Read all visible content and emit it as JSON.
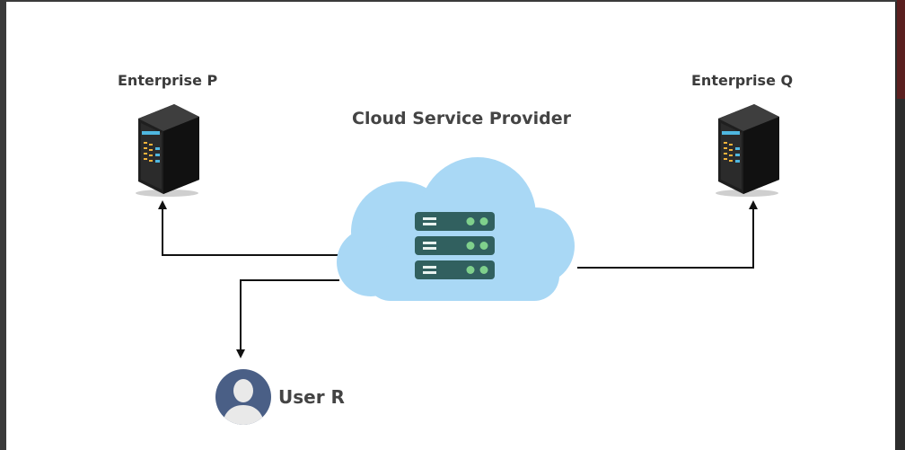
{
  "nodes": {
    "enterprise_p": {
      "label": "Enterprise P",
      "icon": "server-tower-icon"
    },
    "enterprise_q": {
      "label": "Enterprise Q",
      "icon": "server-tower-icon"
    },
    "cloud": {
      "label": "Cloud Service Provider",
      "icon": "cloud-server-icon"
    },
    "user": {
      "label": "User R",
      "icon": "user-avatar-icon"
    }
  },
  "edges": [
    {
      "from": "Cloud Service Provider",
      "to": "Enterprise P"
    },
    {
      "from": "Cloud Service Provider",
      "to": "Enterprise Q"
    },
    {
      "from": "Cloud Service Provider",
      "to": "User R"
    }
  ],
  "colors": {
    "cloud": "#a9d8f5",
    "server_stack": "#31605f",
    "server_led": "#7fd08c",
    "avatar_bg": "#4a5f86",
    "arrow": "#111111",
    "text": "#3b3b3b"
  }
}
